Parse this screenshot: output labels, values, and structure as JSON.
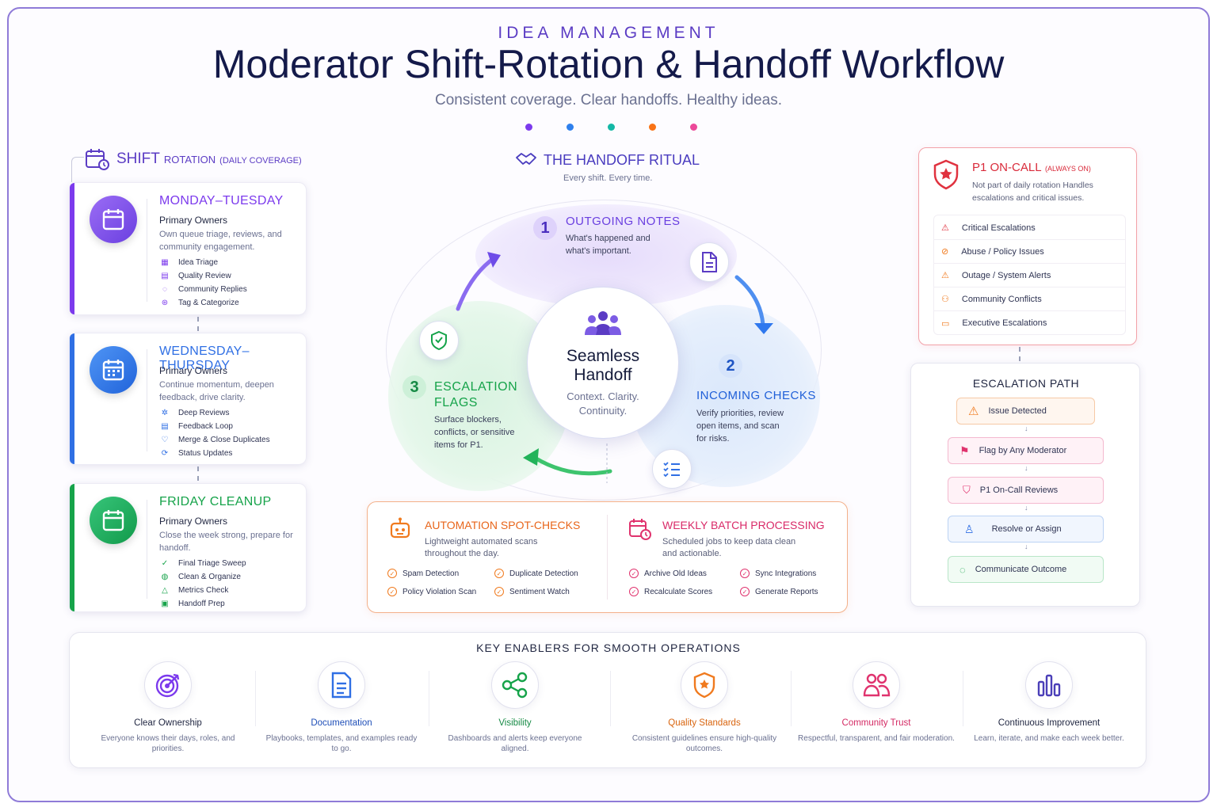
{
  "header": {
    "eyebrow": "IDEA MANAGEMENT",
    "title": "Moderator Shift-Rotation & Handoff Workflow",
    "subtitle": "Consistent coverage. Clear handoffs. Healthy ideas.",
    "dot_colors": [
      "#7c3aed",
      "#2f80ed",
      "#14b8a6",
      "#f97316",
      "#ec4899"
    ]
  },
  "rotation": {
    "title_main": "SHIFT",
    "title_rest": "ROTATION",
    "title_small": "(DAILY COVERAGE)",
    "shifts": [
      {
        "name": "MONDAY–TUESDAY",
        "owners": "Primary Owners",
        "desc": "Own queue triage, reviews, and community engagement.",
        "color": "#7c3aed",
        "items": [
          {
            "icon": "calendar-icon",
            "label": "Idea  Triage"
          },
          {
            "icon": "clipboard-icon",
            "label": "Quality Review"
          },
          {
            "icon": "chat-icon",
            "label": "Community Replies"
          },
          {
            "icon": "tags-icon",
            "label": "Tag & Categorize"
          }
        ]
      },
      {
        "name": "WEDNESDAY–THURSDAY",
        "owners": "Primary Owners",
        "desc": "Continue momentum, deepen feedback, drive clarity.",
        "color": "#2f6fe4",
        "items": [
          {
            "icon": "sparkle-icon",
            "label": "Deep Reviews"
          },
          {
            "icon": "document-icon",
            "label": "Feedback Loop"
          },
          {
            "icon": "heart-icon",
            "label": "Merge & Close Duplicates"
          },
          {
            "icon": "refresh-icon",
            "label": "Status Updates"
          }
        ]
      },
      {
        "name": "FRIDAY CLEANUP",
        "owners": "Primary Owners",
        "desc": "Close the week strong, prepare for handoff.",
        "color": "#16a34a",
        "items": [
          {
            "icon": "check-circle-icon",
            "label": "Final Triage Sweep"
          },
          {
            "icon": "broom-icon",
            "label": "Clean & Organize"
          },
          {
            "icon": "chart-icon",
            "label": "Metrics Check"
          },
          {
            "icon": "handoff-icon",
            "label": "Handoff Prep"
          }
        ]
      }
    ]
  },
  "ritual": {
    "title": "THE HANDOFF RITUAL",
    "subtitle": "Every shift. Every time.",
    "center": {
      "title_line1": "Seamless",
      "title_line2": "Handoff",
      "desc_line1": "Context. Clarity.",
      "desc_line2": "Continuity."
    },
    "steps": [
      {
        "num": "1",
        "title": "OUTGOING NOTES",
        "desc": "What's happened and what's important.",
        "color": "#7c3aed"
      },
      {
        "num": "2",
        "title": "INCOMING CHECKS",
        "desc": "Verify priorities, review open items, and scan for risks.",
        "color": "#2f6fe4"
      },
      {
        "num": "3",
        "title_line1": "ESCALATION",
        "title_line2": "FLAGS",
        "desc": "Surface blockers, conflicts, or sensitive items for P1.",
        "color": "#16a34a"
      }
    ]
  },
  "automation": {
    "title": "AUTOMATION SPOT-CHECKS",
    "desc": "Lightweight automated scans throughout the day.",
    "color": "#f07a1e",
    "checks": [
      "Spam Detection",
      "Duplicate Detection",
      "Policy Violation Scan",
      "Sentiment Watch"
    ]
  },
  "batch": {
    "title": "WEEKLY BATCH PROCESSING",
    "desc": "Scheduled jobs to keep data clean and actionable.",
    "color": "#e0336e",
    "checks": [
      "Archive Old Ideas",
      "Sync Integrations",
      "Recalculate Scores",
      "Generate Reports"
    ]
  },
  "oncall": {
    "title": "P1 ON-CALL",
    "title_small": "(ALWAYS ON)",
    "desc": "Not part of daily rotation Handles escalations and critical issues.",
    "color": "#e0323f",
    "items": [
      {
        "icon": "warning-icon",
        "label": "Critical Escalations"
      },
      {
        "icon": "ban-icon",
        "label": "Abuse / Policy Issues"
      },
      {
        "icon": "alert-icon",
        "label": "Outage / System Alerts"
      },
      {
        "icon": "people-icon",
        "label": "Community Conflicts"
      },
      {
        "icon": "message-icon",
        "label": "Executive Escalations"
      }
    ]
  },
  "escalation": {
    "title": "ESCALATION PATH",
    "steps": [
      {
        "icon": "warning-icon",
        "label": "Issue Detected"
      },
      {
        "icon": "flag-icon",
        "label": "Flag by Any Moderator"
      },
      {
        "icon": "shield-icon",
        "label": "P1 On-Call Reviews"
      },
      {
        "icon": "user-icon",
        "label": "Resolve or Assign"
      },
      {
        "icon": "chat-icon",
        "label": "Communicate Outcome"
      }
    ]
  },
  "enablers": {
    "title": "KEY ENABLERS FOR SMOOTH OPERATIONS",
    "items": [
      {
        "title": "Clear Ownership",
        "desc": "Everyone knows their days, roles, and priorities.",
        "color": "#7c3aed",
        "title_color": "#1f2540"
      },
      {
        "title": "Documentation",
        "desc": "Playbooks, templates, and examples ready to go.",
        "color": "#2f6fe4",
        "title_color": "#1f4fb8"
      },
      {
        "title": "Visibility",
        "desc": "Dashboards and alerts keep everyone aligned.",
        "color": "#16a34a",
        "title_color": "#168a45"
      },
      {
        "title": "Quality Standards",
        "desc": "Consistent guidelines ensure high-quality outcomes.",
        "color": "#f07a1e",
        "title_color": "#d9650f"
      },
      {
        "title": "Community Trust",
        "desc": "Respectful, transparent, and fair moderation.",
        "color": "#e0336e",
        "title_color": "#d42a64"
      },
      {
        "title": "Continuous Improvement",
        "desc": "Learn, iterate, and make each week better.",
        "color": "#4b3fb8",
        "title_color": "#1f2540"
      }
    ]
  }
}
